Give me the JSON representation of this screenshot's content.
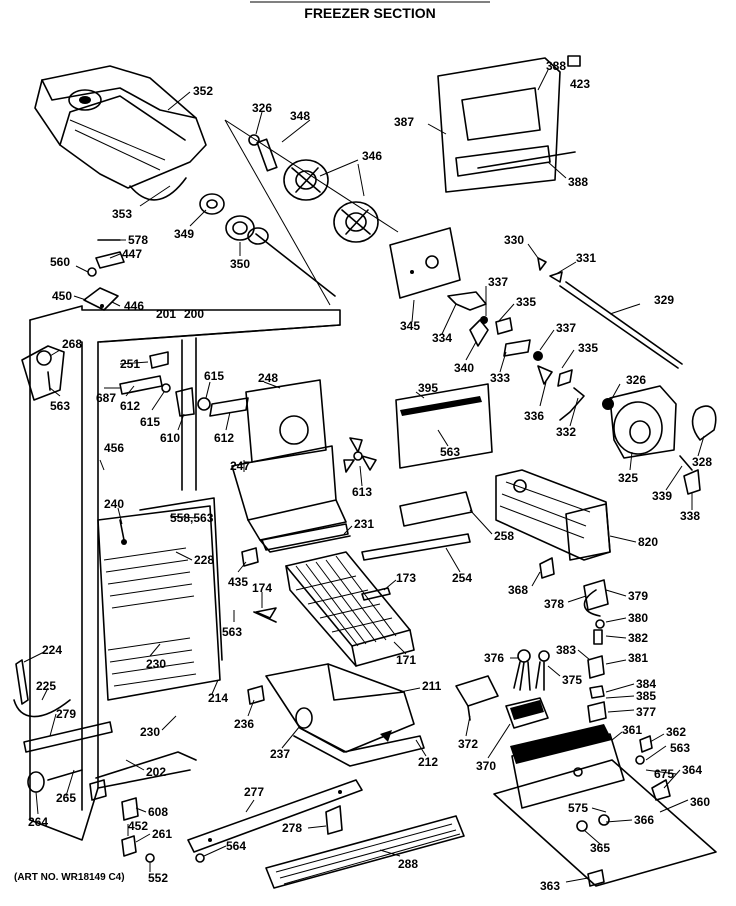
{
  "title": "FREEZER SECTION",
  "art_number": "(ART NO. WR18149 C4)",
  "callouts": [
    "352",
    "326",
    "348",
    "388",
    "423",
    "387",
    "346",
    "388",
    "353",
    "349",
    "350",
    "578",
    "447",
    "560",
    "450",
    "446",
    "201",
    "200",
    "268",
    "563",
    "251",
    "687",
    "612",
    "615",
    "610",
    "615",
    "612",
    "248",
    "456",
    "247",
    "240",
    "558,563",
    "228",
    "435",
    "174",
    "563",
    "230",
    "224",
    "225",
    "279",
    "214",
    "230",
    "236",
    "237",
    "202",
    "265",
    "264",
    "608",
    "452",
    "261",
    "552",
    "277",
    "278",
    "564",
    "288",
    "330",
    "331",
    "329",
    "345",
    "334",
    "337",
    "335",
    "340",
    "333",
    "337",
    "335",
    "336",
    "332",
    "326",
    "325",
    "328",
    "339",
    "338",
    "395",
    "563",
    "613",
    "231",
    "258",
    "254",
    "173",
    "171",
    "820",
    "368",
    "378",
    "379",
    "380",
    "382",
    "381",
    "376",
    "375",
    "383",
    "384",
    "385",
    "377",
    "372",
    "370",
    "361",
    "362",
    "563",
    "675",
    "364",
    "360",
    "575",
    "366",
    "365",
    "363",
    "211",
    "212"
  ]
}
